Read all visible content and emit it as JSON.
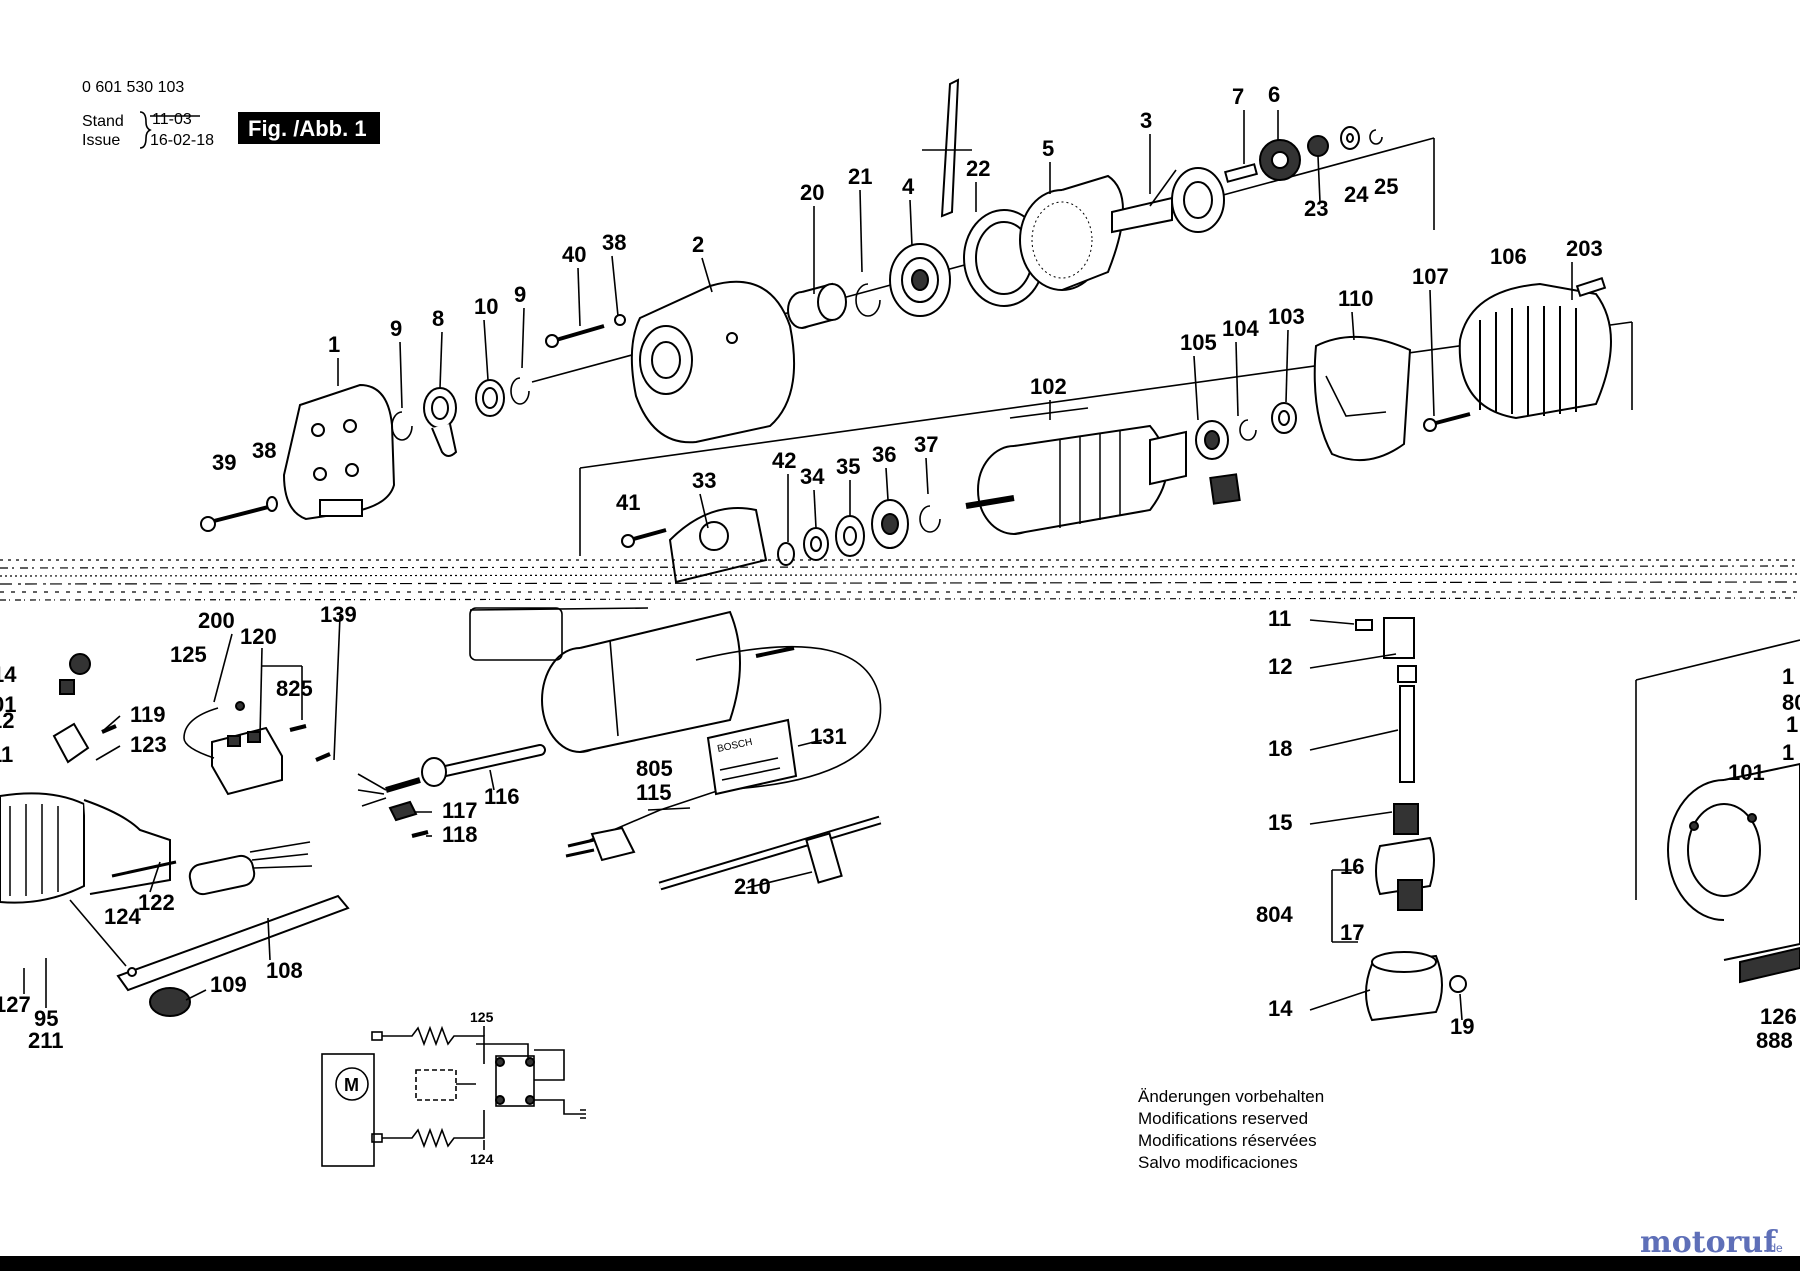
{
  "header": {
    "part_number": "0 601 530 103",
    "stand_label": "Stand",
    "issue_label": "Issue",
    "stand_value": "11-03",
    "issue_value": "16-02-18",
    "figure_title": "Fig. /Abb. 1"
  },
  "notes": {
    "line1": "Änderungen vorbehalten",
    "line2": "Modifications reserved",
    "line3": "Modifications réservées",
    "line4": "Salvo modificaciones"
  },
  "schematic": {
    "motor": "M",
    "top_ref": "125",
    "bottom_ref": "124"
  },
  "nameplate": {
    "brand": "BOSCH"
  },
  "watermark": {
    "text": "motoruf",
    "suffix": ".de"
  },
  "callouts": [
    "7",
    "6",
    "3",
    "5",
    "22",
    "4",
    "21",
    "20",
    "2",
    "38",
    "40",
    "24",
    "25",
    "23",
    "1",
    "9",
    "8",
    "10",
    "9",
    "39",
    "38",
    "203",
    "106",
    "107",
    "110",
    "103",
    "104",
    "105",
    "102",
    "33",
    "42",
    "34",
    "35",
    "36",
    "37",
    "41",
    "200",
    "120",
    "125",
    "825",
    "139",
    "14",
    "01",
    "12",
    "11",
    "119",
    "123",
    "131",
    "805",
    "115",
    "116",
    "117",
    "118",
    "122",
    "124",
    "210",
    "108",
    "109",
    "127",
    "95",
    "211",
    "11",
    "12",
    "18",
    "15",
    "16",
    "804",
    "17",
    "14",
    "19",
    "1",
    "80",
    "1",
    "1",
    "101",
    "126",
    "888"
  ]
}
